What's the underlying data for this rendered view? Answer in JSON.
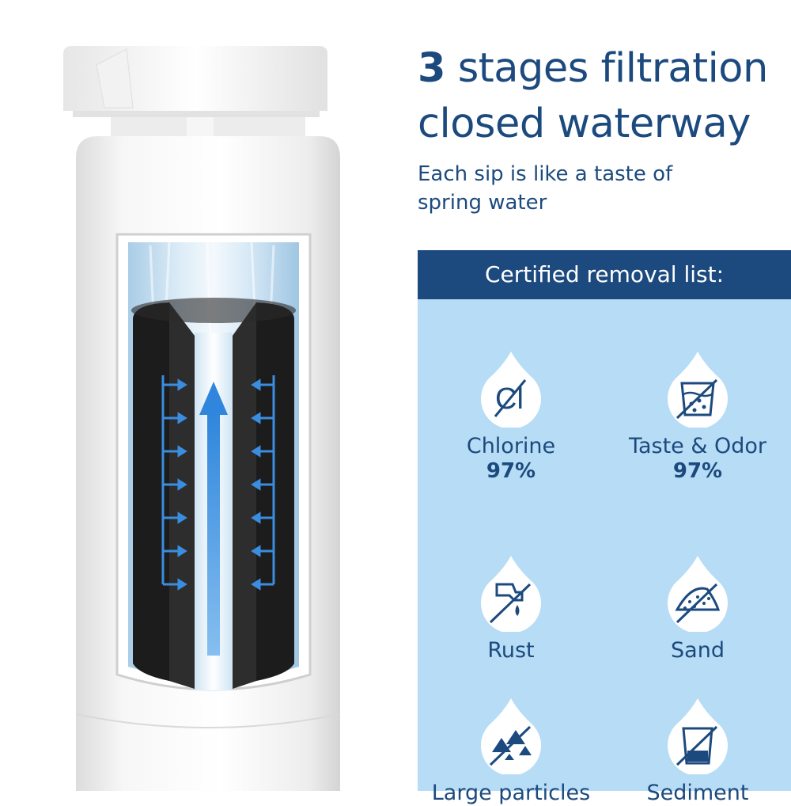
{
  "headline": {
    "number": "3",
    "line1_rest": " stages filtration",
    "line2": "closed waterway"
  },
  "subheadline": {
    "line1": "Each sip is like a taste of",
    "line2": "spring water"
  },
  "panel": {
    "title": "Certified removal list:",
    "items": [
      {
        "label": "Chlorine",
        "value": "97%",
        "icon": "chlorine-icon",
        "icon_text": "Cl"
      },
      {
        "label": "Taste & Odor",
        "value": "97%",
        "icon": "taste-odor-icon"
      },
      {
        "label": "Rust",
        "icon": "rust-icon"
      },
      {
        "label": "Sand",
        "icon": "sand-icon"
      },
      {
        "label": "Large particles",
        "icon": "large-particles-icon"
      },
      {
        "label": "Sediment",
        "icon": "sediment-icon"
      }
    ]
  },
  "colors": {
    "brand_navy": "#1c4a7e",
    "panel_background": "#b7dcf5",
    "arrow_blue": "#3a8ddf",
    "carbon_black": "#1b1b1b"
  }
}
